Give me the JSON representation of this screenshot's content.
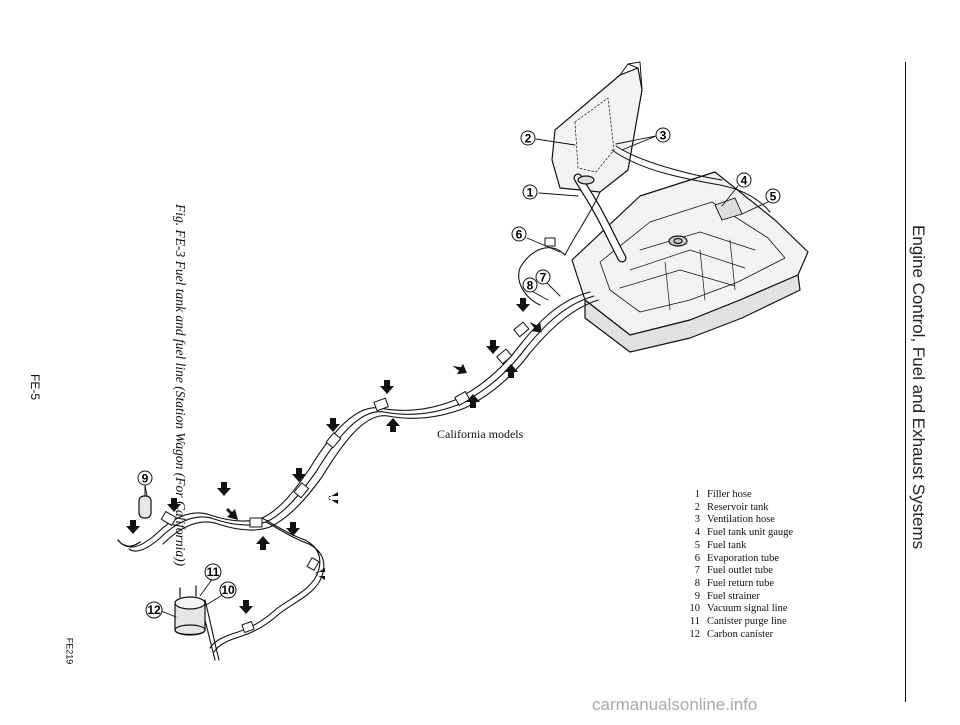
{
  "header": {
    "section_title": "Engine Control, Fuel and Exhaust Systems"
  },
  "figure": {
    "caption": "Fig. FE-3 Fuel tank and fuel line (Station Wagon (For California))",
    "code": "FE219",
    "variant_label": "California models"
  },
  "page": {
    "number": "FE-5"
  },
  "callouts": [
    "1",
    "2",
    "3",
    "4",
    "5",
    "6",
    "7",
    "8",
    "9",
    "10",
    "11",
    "12"
  ],
  "legend": {
    "items": [
      {
        "num": "1",
        "label": "Filler hose"
      },
      {
        "num": "2",
        "label": "Reservoir tank"
      },
      {
        "num": "3",
        "label": "Ventilation hose"
      },
      {
        "num": "4",
        "label": "Fuel tank unit gauge"
      },
      {
        "num": "5",
        "label": "Fuel tank"
      },
      {
        "num": "6",
        "label": "Evaporation tube"
      },
      {
        "num": "7",
        "label": "Fuel outlet tube"
      },
      {
        "num": "8",
        "label": "Fuel return tube"
      },
      {
        "num": "9",
        "label": "Fuel strainer"
      },
      {
        "num": "10",
        "label": "Vacuum signal line"
      },
      {
        "num": "11",
        "label": "Canister purge line"
      },
      {
        "num": "12",
        "label": "Carbon canister"
      }
    ]
  },
  "footer": {
    "watermark": "carmanualsonline.info"
  }
}
